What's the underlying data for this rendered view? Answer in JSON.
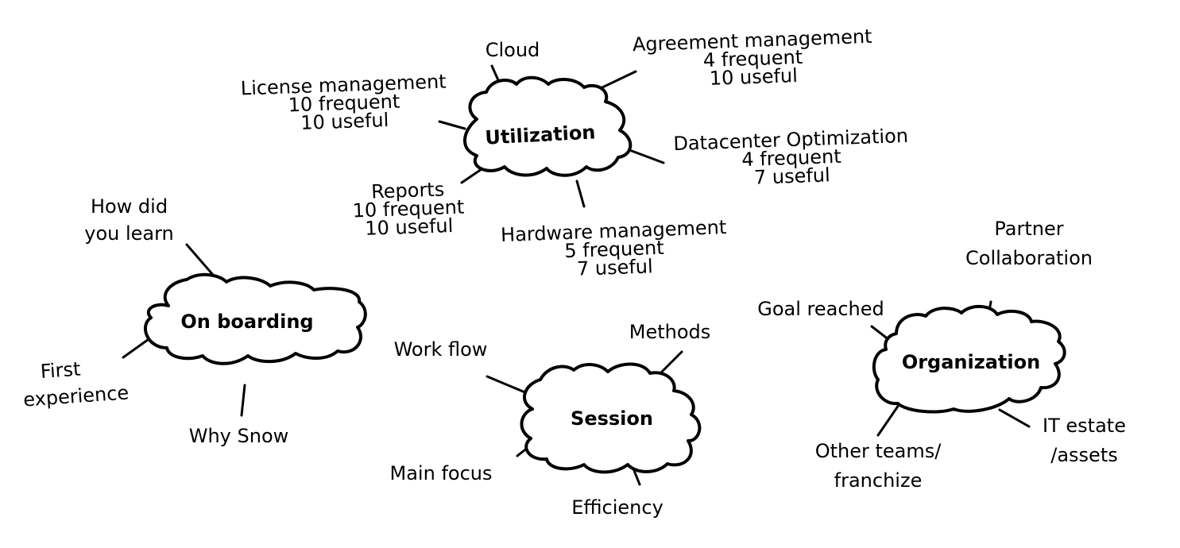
{
  "hubs": {
    "utilization": "Utilization",
    "onboarding": "On boarding",
    "session": "Session",
    "organization": "Organization"
  },
  "utilization": {
    "cloud": "Cloud",
    "agreement": [
      "Agreement management",
      "4 frequent",
      "10 useful"
    ],
    "license": [
      "License management",
      "10 frequent",
      "10 useful"
    ],
    "datacenter": [
      "Datacenter Optimization",
      "4 frequent",
      "7 useful"
    ],
    "reports": [
      "Reports",
      "10 frequent",
      "10 useful"
    ],
    "hardware": [
      "Hardware management",
      "5 frequent",
      "7 useful"
    ]
  },
  "onboarding": {
    "how_learn": [
      "How did",
      "you learn"
    ],
    "first_exp": [
      "First",
      "experience"
    ],
    "why_snow": "Why Snow"
  },
  "session": {
    "work_flow": "Work flow",
    "methods": "Methods",
    "main_focus": "Main focus",
    "efficiency": "Efficiency"
  },
  "organization": {
    "partner": [
      "Partner",
      "Collaboration"
    ],
    "goal": "Goal reached",
    "other_teams": [
      "Other teams/",
      "franchize"
    ],
    "it_estate": [
      "IT estate",
      "/assets"
    ]
  }
}
